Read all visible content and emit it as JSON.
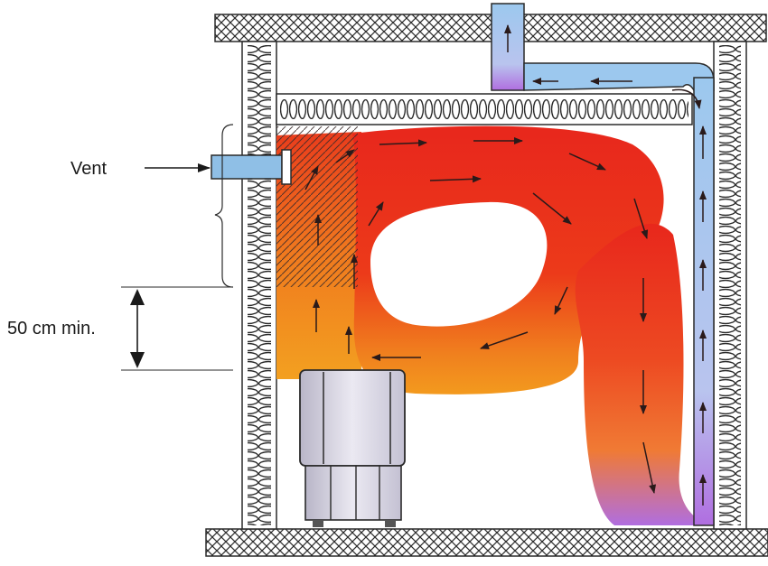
{
  "labels": {
    "vent": "Vent",
    "clearance": "50 cm min."
  },
  "colors": {
    "heat_hot": "#e8271c",
    "heat_warm": "#f39a1e",
    "heat_cool": "#b06ee0",
    "duct": "#9cc8ee",
    "insulation_line": "#2a2a2a",
    "heater_body": "#d8d5e6",
    "arrow": "#2a1a1a"
  },
  "icons": [
    "heater-stove",
    "airflow-arrow",
    "vent-pipe",
    "exhaust-duct"
  ]
}
